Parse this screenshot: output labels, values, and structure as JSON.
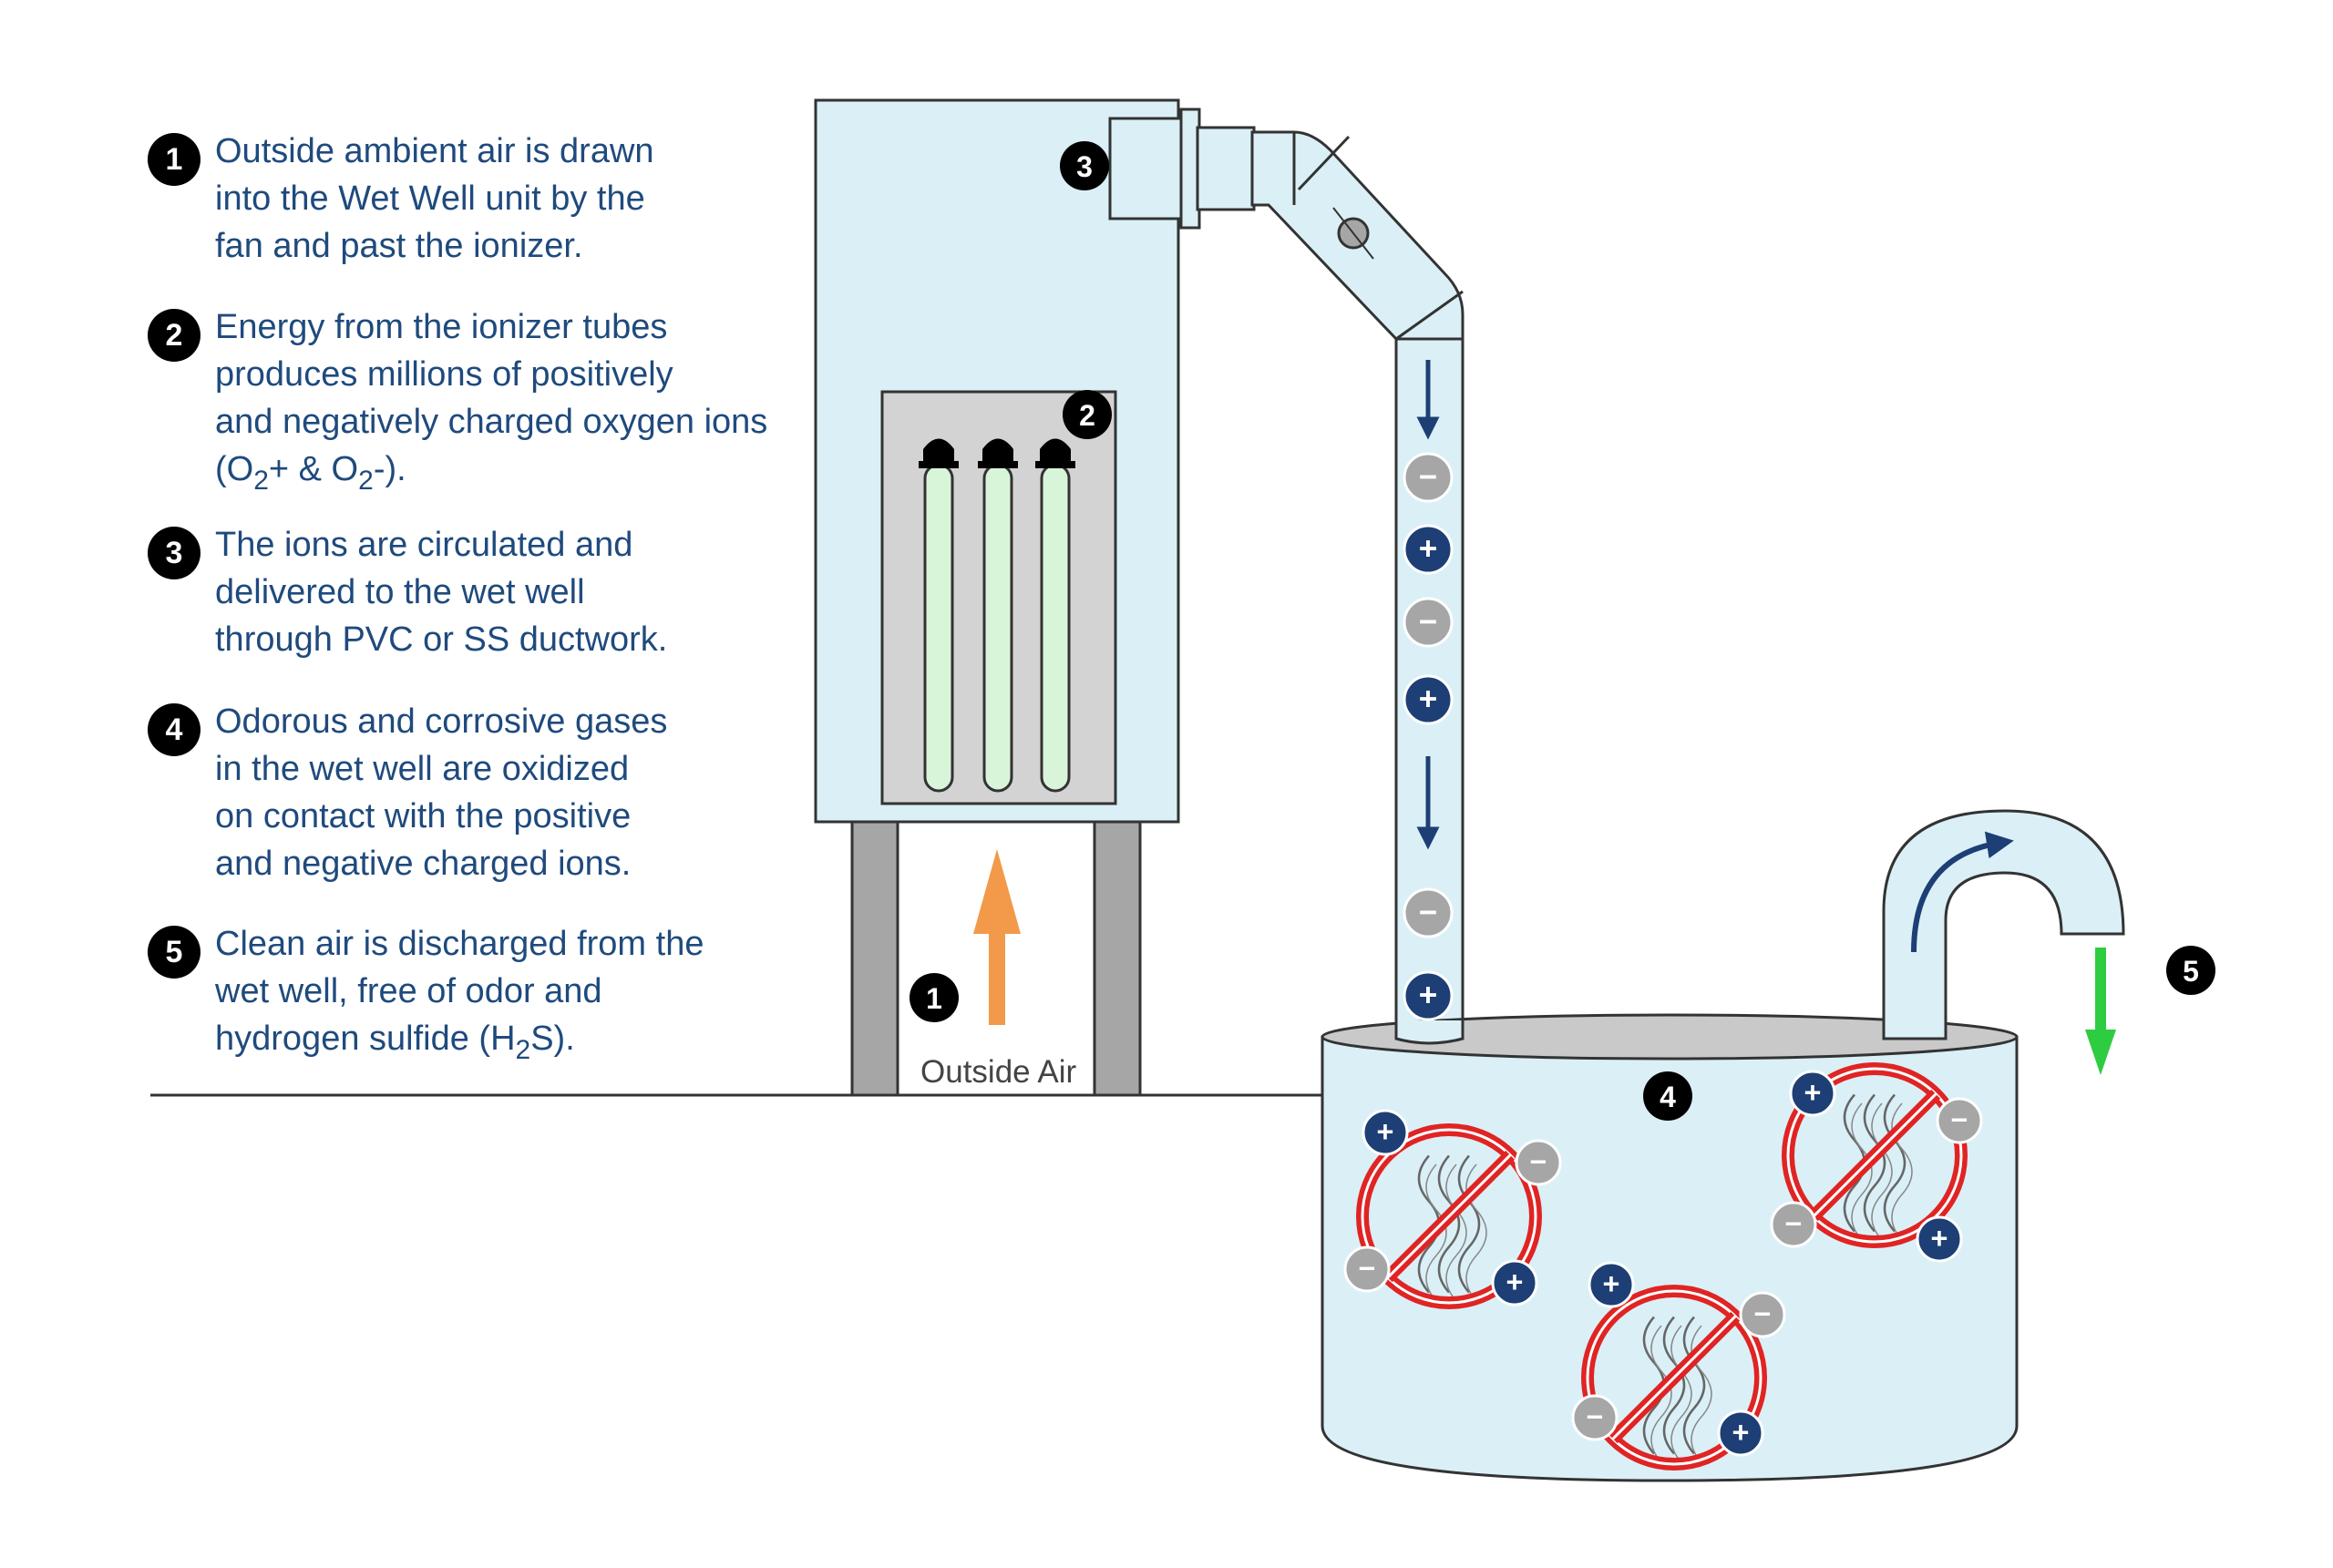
{
  "steps": [
    {
      "number": "1",
      "lines": [
        "Outside ambient air is drawn",
        "into the Wet Well unit by the",
        "fan and past the ionizer."
      ]
    },
    {
      "number": "2",
      "lines": [
        "Energy from the ionizer tubes",
        "produces millions of positively",
        "and negatively charged oxygen ions"
      ],
      "formula": {
        "open": "(O",
        "sub1": "2",
        "mid": "+ & O",
        "sub2": "2",
        "close": "-)."
      }
    },
    {
      "number": "3",
      "lines": [
        "The ions are circulated and",
        "delivered to the wet well",
        "through PVC or SS ductwork."
      ]
    },
    {
      "number": "4",
      "lines": [
        "Odorous and corrosive gases",
        "in the wet well are oxidized",
        "on contact with the positive",
        "and negative charged ions."
      ]
    },
    {
      "number": "5",
      "lines": [
        "Clean air is discharged from the",
        "wet well, free of odor and"
      ],
      "formula": {
        "open": "hydrogen sulfide (H",
        "sub1": "2",
        "mid": "S)."
      }
    }
  ],
  "labels": {
    "outside_air": "Outside Air",
    "marker_1": "1",
    "marker_2": "2",
    "marker_3": "3",
    "marker_4": "4",
    "marker_5": "5",
    "plus": "+",
    "minus": "−"
  },
  "colors": {
    "text": "#1f4a7d",
    "unit_fill": "#daf0f6",
    "ion_positive": "#1d3f75",
    "ion_negative": "#a6a6a6",
    "intake_arrow": "#f2994a",
    "discharge_arrow": "#2ecc40",
    "no_symbol": "#e02424",
    "ionizer_tube": "#d9f5d9"
  }
}
